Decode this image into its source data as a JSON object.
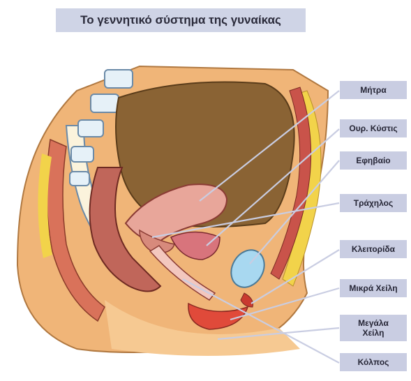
{
  "title": "Το γεννητικό σύστημα της γυναίκας",
  "labels": {
    "mitra": "Μήτρα",
    "kystis": "Ουρ. Κύστις",
    "efivaio": "Εφηβαίο",
    "trachilos": "Τράχηλος",
    "kleitorida": "Κλειτορίδα",
    "mikra": "Μικρά Χείλη",
    "megala_1": "Μεγάλα",
    "megala_2": "Χείλη",
    "kolpos": "Κόλπος"
  },
  "colors": {
    "label_bg": "#c9cde2",
    "skin": "#f0b578",
    "cavity": "#8a6334",
    "uterus": "#e8a69a",
    "bladder": "#a8d8f0",
    "fat": "#f2d34a",
    "muscle": "#c9534a"
  }
}
